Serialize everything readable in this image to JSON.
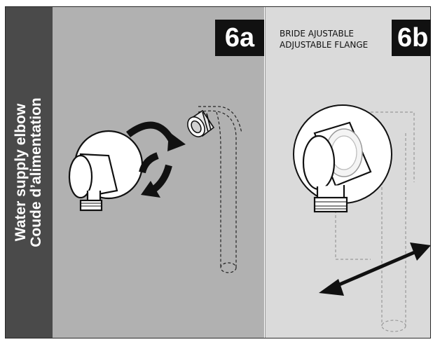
{
  "side_title": {
    "line1": "Water supply elbow",
    "line2": "Coude d’alimentation"
  },
  "panel_a": {
    "step_label": "6a"
  },
  "panel_b": {
    "step_label": "6b",
    "callout_fr": "BRIDE AJUSTABLE",
    "callout_en": "ADJUSTABLE FLANGE"
  },
  "colors": {
    "side_band": "#4a4a4a",
    "panel_a_bg": "#b1b1b1",
    "panel_b_bg": "#dadada",
    "badge": "#111111",
    "line": "#111111"
  },
  "icons": [
    "rotation-arrow-icon",
    "double-arrow-icon"
  ]
}
